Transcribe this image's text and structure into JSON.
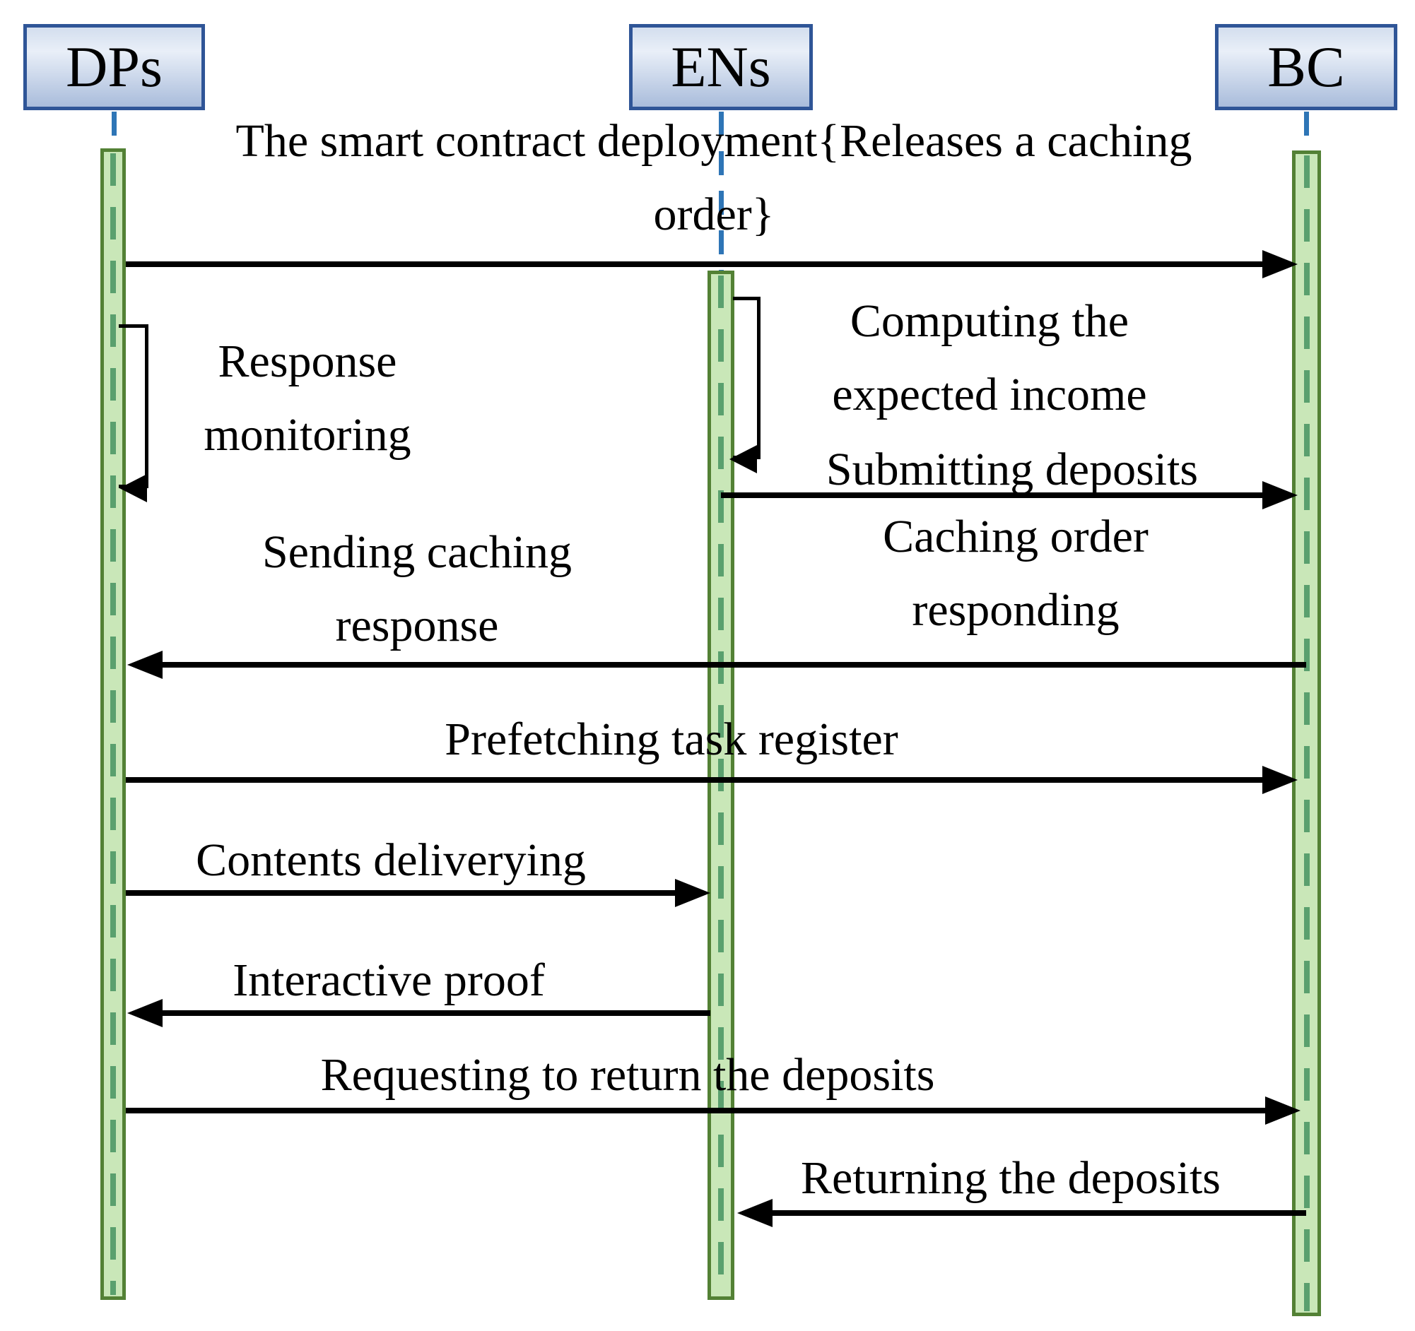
{
  "actors": [
    {
      "id": "dps",
      "label": "DPs"
    },
    {
      "id": "ens",
      "label": "ENs"
    },
    {
      "id": "bc",
      "label": "BC"
    }
  ],
  "messages": {
    "deploy": {
      "text": "The smart contract deployment{Releases a caching order}",
      "from": "DPs",
      "to": "BC"
    },
    "response_monitoring": {
      "text": "Response monitoring",
      "from": "DPs",
      "to": "DPs",
      "self": true
    },
    "computing": {
      "text": "Computing the expected income",
      "from": "ENs",
      "to": "ENs",
      "self": true
    },
    "submitting": {
      "text": "Submitting deposits",
      "from": "ENs",
      "to": "BC"
    },
    "sending_response": {
      "text": "Sending caching response",
      "from": "BC",
      "to": "DPs"
    },
    "caching_responding": {
      "text": "Caching order responding",
      "from": "BC",
      "to": "DPs"
    },
    "prefetching": {
      "text": "Prefetching task register",
      "from": "DPs",
      "to": "BC"
    },
    "contents": {
      "text": "Contents deliverying",
      "from": "DPs",
      "to": "ENs"
    },
    "interactive": {
      "text": "Interactive proof",
      "from": "ENs",
      "to": "DPs"
    },
    "requesting": {
      "text": "Requesting to return the deposits",
      "from": "DPs",
      "to": "BC"
    },
    "returning": {
      "text": "Returning the deposits",
      "from": "BC",
      "to": "ENs"
    }
  },
  "colors": {
    "actor_border": "#2f5597",
    "actor_fill_top": "#d3deee",
    "actor_fill_bottom": "#a9bcdb",
    "lifeline_blue": "#2e75b6",
    "activation_fill": "#c9e7b8",
    "activation_border": "#538135",
    "activation_dash": "#5aa06e",
    "arrow": "#000000"
  }
}
